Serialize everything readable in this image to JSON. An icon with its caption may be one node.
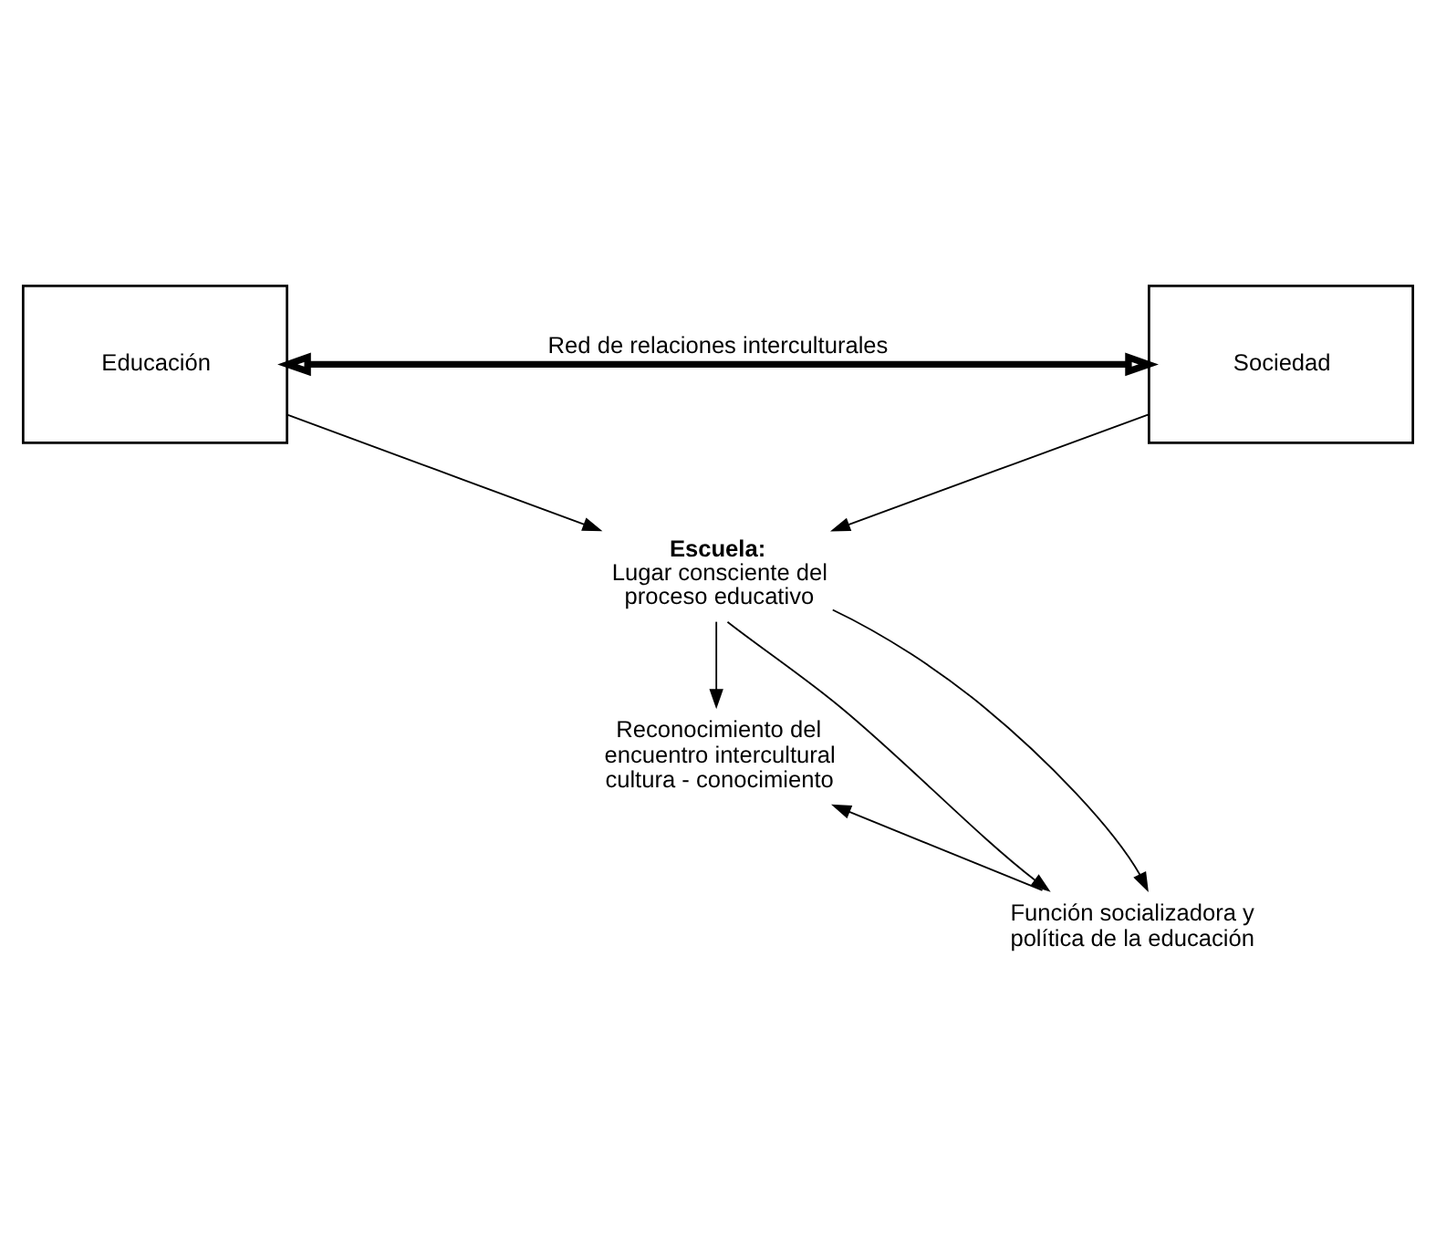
{
  "diagram": {
    "nodes": [
      {
        "text": [
          "Educación"
        ]
      },
      {
        "text": [
          "Sociedad"
        ]
      },
      {
        "text": [
          "Escuela:",
          "Lugar consciente del proceso educativo"
        ]
      },
      {
        "text": [
          "Reconocimiento del encuentro intercultural cultura - conocimiento"
        ]
      },
      {
        "text": [
          "Función socializadora y política de la educación"
        ]
      }
    ],
    "edges": [
      {
        "from": 0,
        "to": 1,
        "arrow": "both",
        "label": "Red de relaciones interculturales",
        "style": "thick"
      },
      {
        "from": 0,
        "to": 2,
        "arrow": "to"
      },
      {
        "from": 1,
        "to": 2,
        "arrow": "to"
      },
      {
        "from": 2,
        "to": 3,
        "arrow": "to"
      },
      {
        "from": 4,
        "to": 3,
        "arrow": "to"
      },
      {
        "from": 2,
        "to": 4,
        "arrow": "to"
      },
      {
        "from": 2,
        "to": 4,
        "arrow": "to"
      }
    ]
  }
}
